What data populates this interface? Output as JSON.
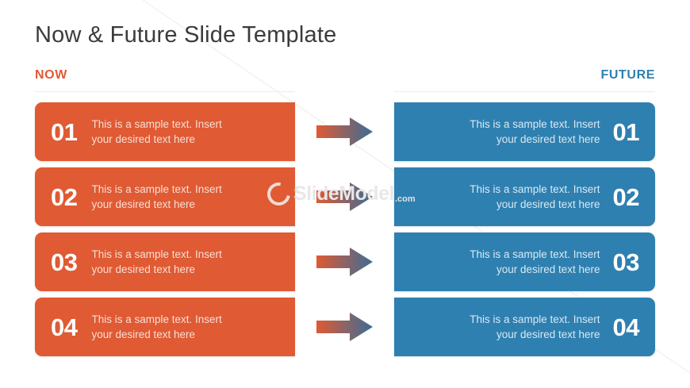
{
  "slide": {
    "title": "Now & Future Slide Template",
    "background_color": "#ffffff",
    "title_color": "#3b3b3b"
  },
  "columns": {
    "left": {
      "header": "NOW",
      "color": "#E05A33"
    },
    "right": {
      "header": "FUTURE",
      "color": "#2E80B0"
    }
  },
  "rows": [
    {
      "number": "01",
      "now_text_line1": "This is a sample text. Insert",
      "now_text_line2": "your desired text here",
      "future_text_line1": "This is a sample text. Insert",
      "future_text_line2": "your desired text here",
      "arrow_icon": "arrow-right-icon"
    },
    {
      "number": "02",
      "now_text_line1": "This is a sample text. Insert",
      "now_text_line2": "your desired text here",
      "future_text_line1": "This is a sample text. Insert",
      "future_text_line2": "your desired text here",
      "arrow_icon": "arrow-right-icon"
    },
    {
      "number": "03",
      "now_text_line1": "This is a sample text. Insert",
      "now_text_line2": "your desired text here",
      "future_text_line1": "This is a sample text. Insert",
      "future_text_line2": "your desired text here",
      "arrow_icon": "arrow-right-icon"
    },
    {
      "number": "04",
      "now_text_line1": "This is a sample text. Insert",
      "now_text_line2": "your desired text here",
      "future_text_line1": "This is a sample text. Insert",
      "future_text_line2": "your desired text here",
      "arrow_icon": "arrow-right-icon"
    }
  ],
  "watermark": {
    "name": "SlideModel",
    "tld": ".com",
    "color": "#e8e8e8"
  }
}
